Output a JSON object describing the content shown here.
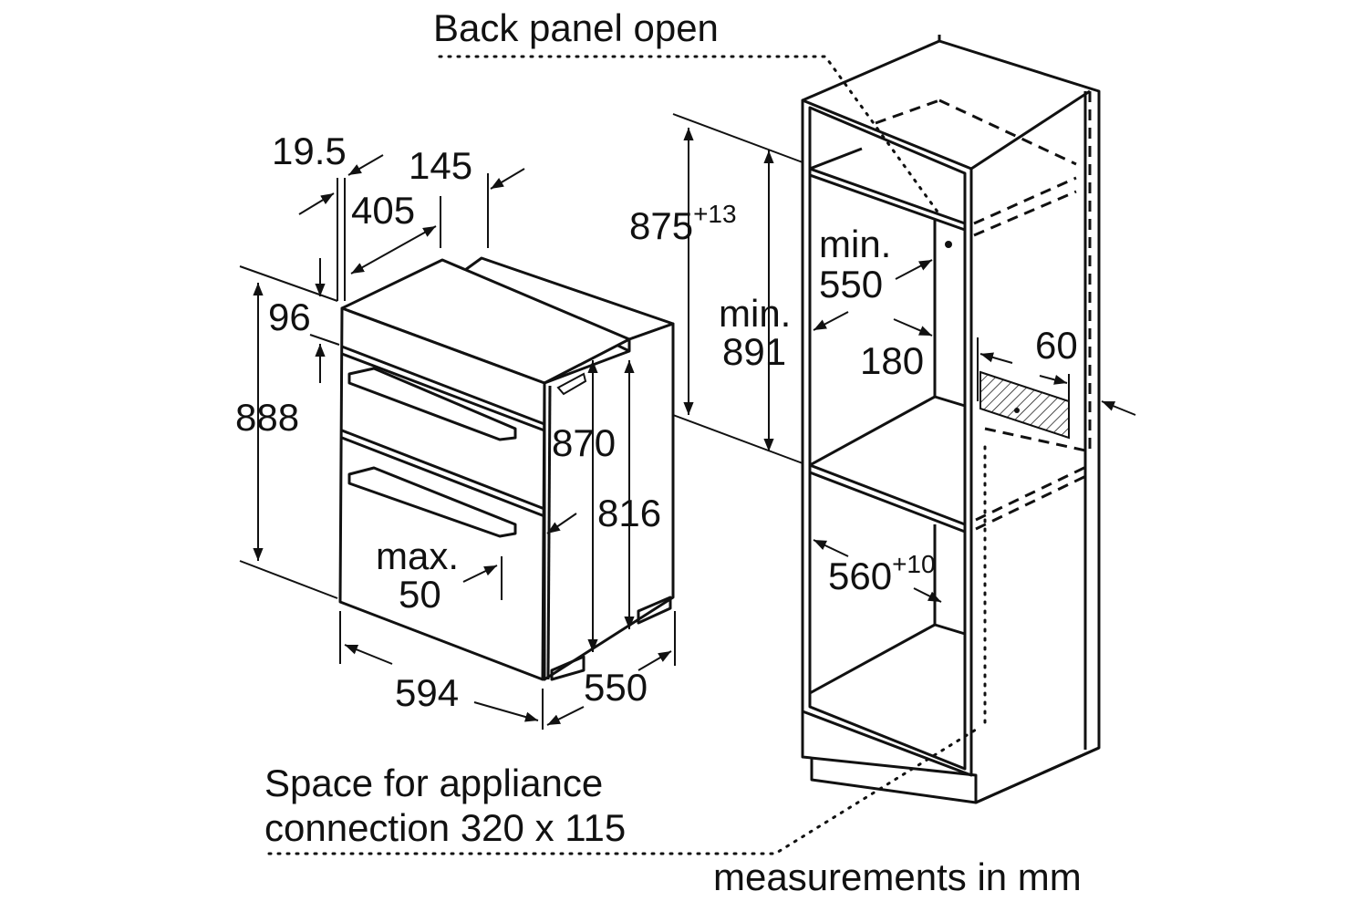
{
  "labels": {
    "back_panel": "Back panel open",
    "space_line1": "Space for appliance",
    "space_line2": "connection 320 x 115",
    "units": "measurements in mm"
  },
  "appliance_dims": {
    "d19_5": "19.5",
    "d145": "145",
    "d405": "405",
    "d96": "96",
    "d888": "888",
    "d870": "870",
    "d816": "816",
    "max": "max.",
    "d50": "50",
    "d594": "594",
    "d550": "550"
  },
  "cabinet_dims": {
    "d875": "875",
    "d875_tol": "+13",
    "min_a": "min.",
    "d891": "891",
    "min_b": "min.",
    "d550": "550",
    "d180": "180",
    "d60": "60",
    "d560": "560",
    "d560_tol": "+10"
  }
}
